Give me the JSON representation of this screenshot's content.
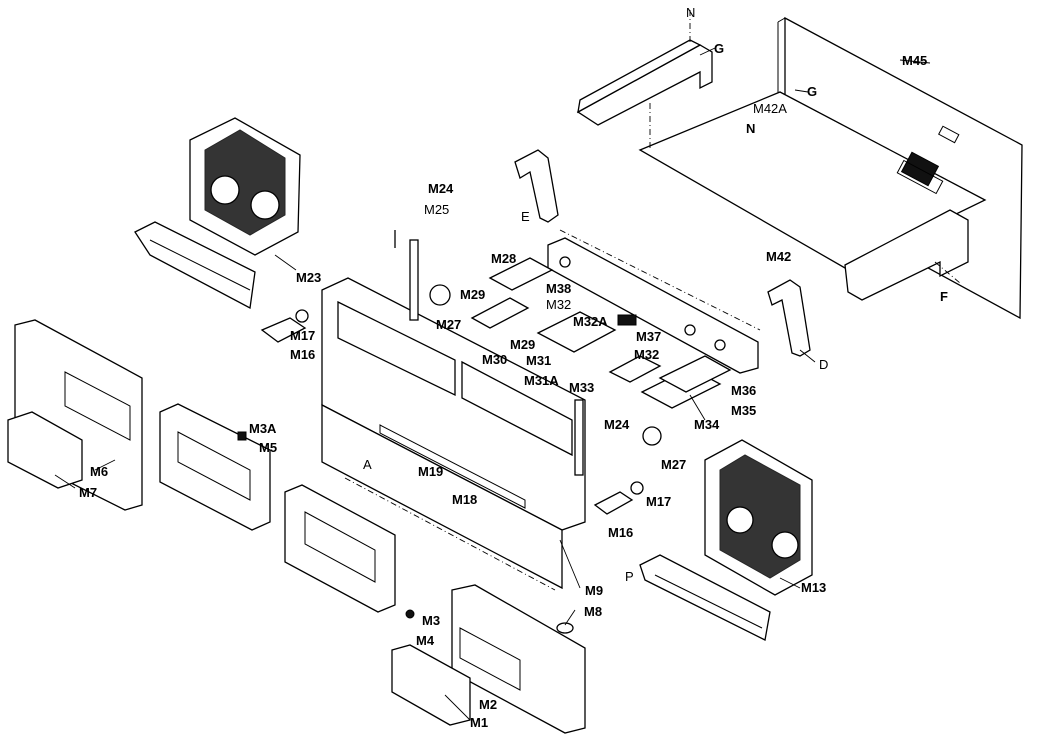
{
  "diagram": {
    "callouts": {
      "n_top": "N",
      "g_top": "G",
      "m45": "M45",
      "g_mid": "G",
      "m42a": "M42A",
      "n_mid": "N",
      "m24_top": "M24",
      "m25": "M25",
      "e": "E",
      "m28": "M28",
      "m42": "M42",
      "m38": "M38",
      "m29_a": "M29",
      "m32_a": "M32",
      "m23": "M23",
      "m17_l": "M17",
      "m27_a": "M27",
      "m32a": "M32A",
      "m37": "M37",
      "m29_b": "M29",
      "f": "F",
      "m16_l": "M16",
      "m30": "M30",
      "m31": "M31",
      "m32_b": "M32",
      "d": "D",
      "m31a": "M31A",
      "m33": "M33",
      "m36": "M36",
      "m35": "M35",
      "m34": "M34",
      "m24_r": "M24",
      "m3a": "M3A",
      "m5": "M5",
      "a": "A",
      "m19": "M19",
      "m27_b": "M27",
      "m6": "M6",
      "m7": "M7",
      "m18": "M18",
      "m17_r": "M17",
      "m16_r": "M16",
      "p": "P",
      "m13": "M13",
      "m9": "M9",
      "m8": "M8",
      "m3": "M3",
      "m4": "M4",
      "m2": "M2",
      "m1": "M1"
    }
  }
}
